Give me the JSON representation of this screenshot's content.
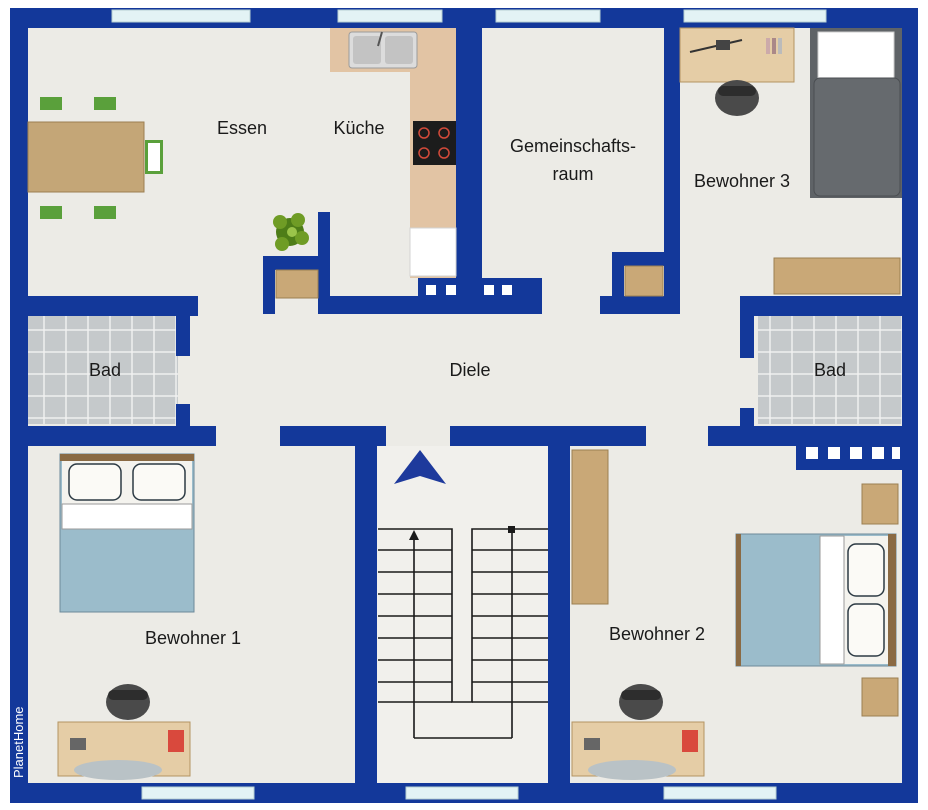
{
  "rooms": {
    "essen": "Essen",
    "kueche": "Küche",
    "gemeinschaft_line1": "Gemeinschafts-",
    "gemeinschaft_line2": "raum",
    "bewohner3": "Bewohner 3",
    "bad_left": "Bad",
    "diele": "Diele",
    "bad_right": "Bad",
    "bewohner1": "Bewohner 1",
    "bewohner2": "Bewohner 2"
  },
  "watermark": "PlanetHome",
  "colors": {
    "wall": "#13389a",
    "floor": "#ecebe6",
    "tile": "#c2c6c8",
    "wood": "#c9a877",
    "bed_blue": "#9bbccb",
    "window": "#e3f3f5",
    "counter": "#e2c4a4",
    "bed_dark": "#606468"
  }
}
